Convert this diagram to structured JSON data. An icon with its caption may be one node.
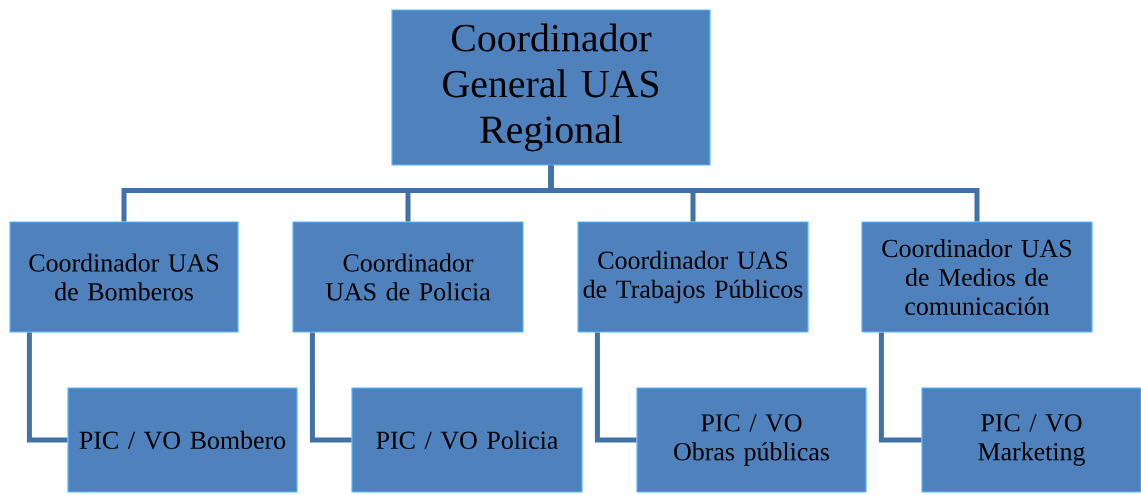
{
  "diagram": {
    "nodes": [
      {
        "text": [
          "Coordinador General UAS Regional"
        ]
      },
      {
        "text": [
          "Coordinador UAS de Bomberos"
        ]
      },
      {
        "text": [
          "Coordinador UAS de Policia"
        ]
      },
      {
        "text": [
          "Coordinador UAS de Trabajos Públicos"
        ]
      },
      {
        "text": [
          "Coordinador UAS de Medios de comunicación"
        ]
      },
      {
        "text": [
          "PIC / VO Bombero"
        ]
      },
      {
        "text": [
          "PIC / VO Policia"
        ]
      },
      {
        "text": [
          "PIC / VO Obras públicas"
        ]
      },
      {
        "text": [
          "PIC / VO Marketing"
        ]
      }
    ],
    "edges": [
      {
        "from": 0,
        "to": 1,
        "arrow": "none"
      },
      {
        "from": 0,
        "to": 2,
        "arrow": "none"
      },
      {
        "from": 0,
        "to": 3,
        "arrow": "none"
      },
      {
        "from": 0,
        "to": 4,
        "arrow": "none"
      },
      {
        "from": 1,
        "to": 5,
        "arrow": "none"
      },
      {
        "from": 2,
        "to": 6,
        "arrow": "none"
      },
      {
        "from": 3,
        "to": 7,
        "arrow": "none"
      },
      {
        "from": 4,
        "to": 8,
        "arrow": "none"
      }
    ]
  }
}
